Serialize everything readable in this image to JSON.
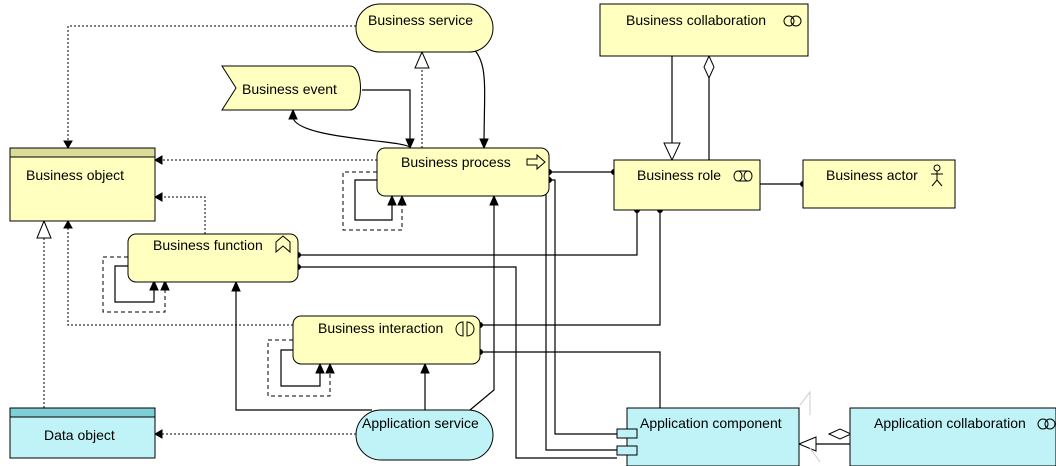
{
  "colors": {
    "business": "#ffffbf",
    "application": "#bff3f7",
    "line": "#000000"
  },
  "nodes": {
    "business_service": "Business service",
    "business_event": "Business event",
    "business_object": "Business object",
    "business_process": "Business process",
    "business_collaboration": "Business collaboration",
    "business_role": "Business role",
    "business_actor": "Business actor",
    "business_function": "Business function",
    "business_interaction": "Business interaction",
    "data_object": "Data object",
    "application_service": "Application service",
    "application_component": "Application component",
    "application_collaboration": "Application collaboration"
  },
  "icons": {
    "business_process": "process-arrow-icon",
    "business_collaboration": "collaboration-circles-icon",
    "business_role": "role-cylinder-icon",
    "business_actor": "actor-stick-figure-icon",
    "business_function": "function-chevron-icon",
    "business_interaction": "interaction-split-circle-icon",
    "application_component": "component-icon",
    "application_collaboration": "collaboration-circles-icon"
  }
}
